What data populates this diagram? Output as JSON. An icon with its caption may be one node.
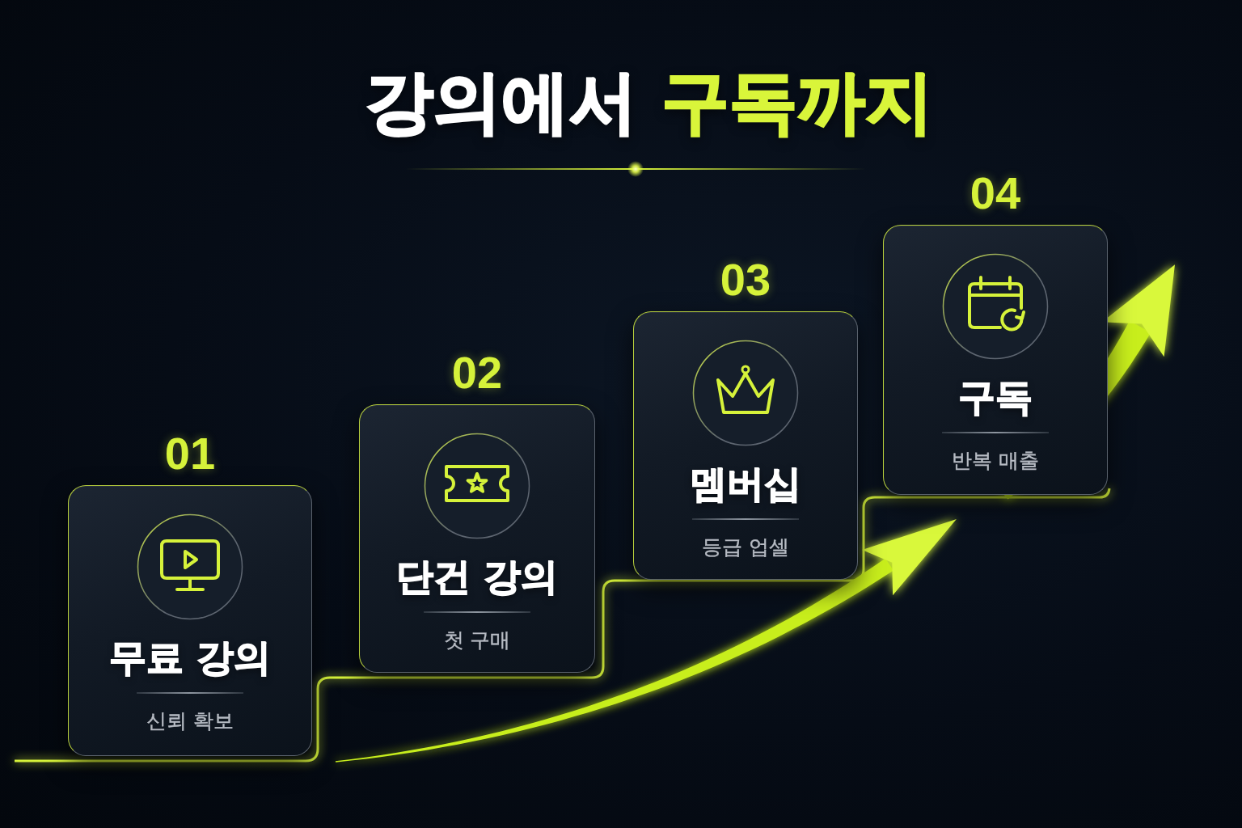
{
  "diagram": {
    "title": "강의에서 구독까지",
    "nodes": [
      {
        "text": [
          "01",
          "무료 강의",
          "신뢰 확보"
        ]
      },
      {
        "text": [
          "02",
          "단건 강의",
          "첫 구매"
        ]
      },
      {
        "text": [
          "03",
          "멤버십",
          "등급 업셀"
        ]
      },
      {
        "text": [
          "04",
          "구독",
          "반복 매출"
        ]
      }
    ]
  }
}
